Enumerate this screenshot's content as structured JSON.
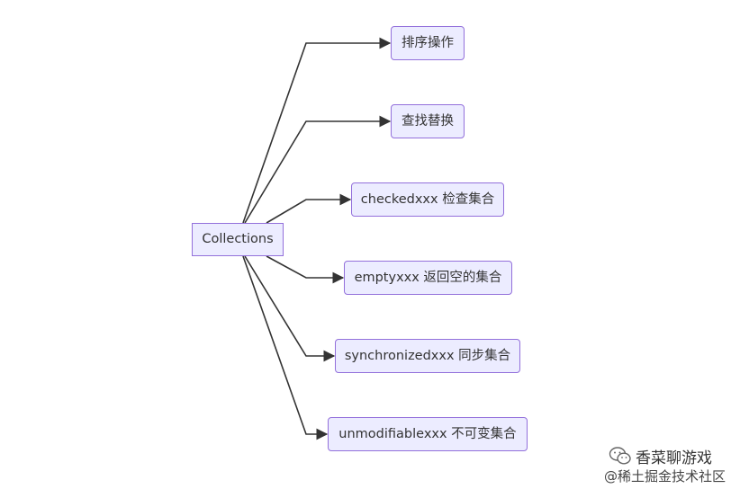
{
  "root": {
    "label": "Collections"
  },
  "children": [
    {
      "label": "排序操作"
    },
    {
      "label": "查找替换"
    },
    {
      "label": "checkedxxx 检查集合"
    },
    {
      "label": "emptyxxx 返回空的集合"
    },
    {
      "label": "synchronizedxxx 同步集合"
    },
    {
      "label": "unmodifiablexxx 不可变集合"
    }
  ],
  "watermark": {
    "icon": "wechat-icon",
    "name": "香菜聊游戏",
    "source": "@稀土掘金技术社区"
  },
  "colors": {
    "node_fill": "#ECECFF",
    "node_border": "#9370DB",
    "edge": "#333333",
    "text": "#333333"
  }
}
